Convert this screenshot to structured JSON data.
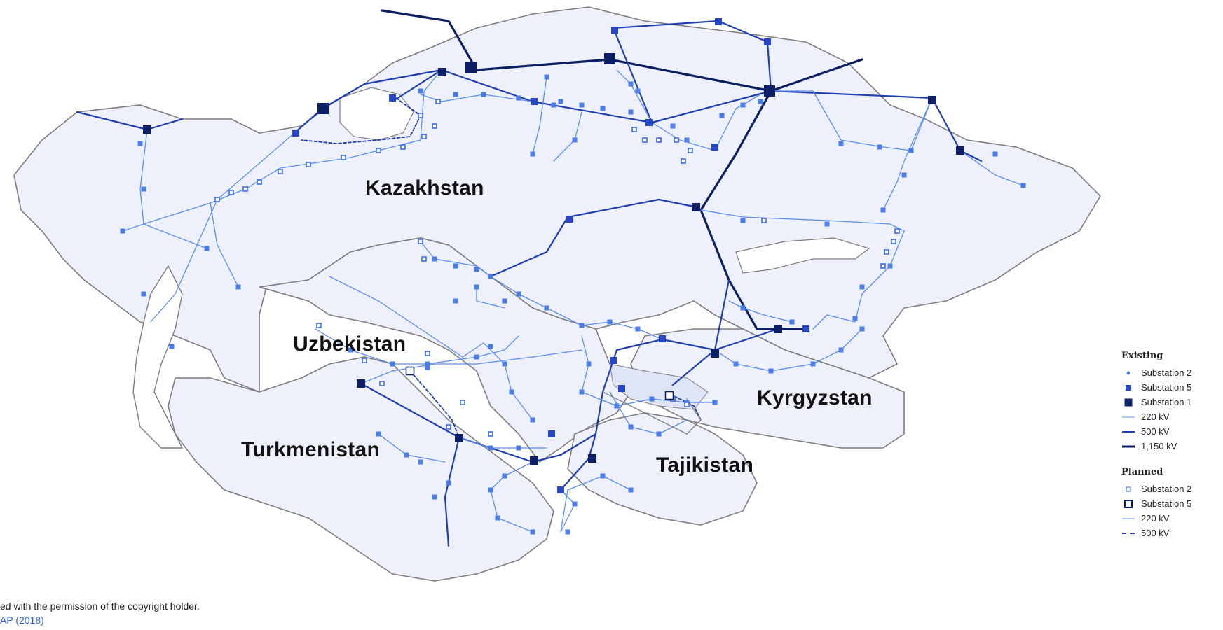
{
  "colors": {
    "land": "#eef1fb",
    "border": "#7d7d80",
    "line_220": "#5b8def",
    "line_500": "#1f3fb0",
    "line_1150": "#0d1f63",
    "sub_220": "#4a7de8",
    "sub_500": "#2746c4",
    "sub_1150": "#0e2065",
    "planned": "#3a6ee0",
    "highlight_grey": "#808080"
  },
  "countries": {
    "kazakhstan": "Kazakhstan",
    "uzbekistan": "Uzbekistan",
    "turkmenistan": "Turkmenistan",
    "tajikistan": "Tajikistan",
    "kyrgyzstan": "Kyrgyzstan"
  },
  "legend": {
    "existing_title": "Existing",
    "existing": [
      {
        "label": "Substation 2",
        "icon": "dot-small"
      },
      {
        "label": "Substation 5",
        "icon": "square-medium"
      },
      {
        "label": "Substation 1",
        "icon": "square-large"
      },
      {
        "label": "220 kV",
        "icon": "line-thin"
      },
      {
        "label": "500 kV",
        "icon": "line-medium"
      },
      {
        "label": "1,150 kV",
        "icon": "line-thick"
      }
    ],
    "planned_title": "Planned",
    "planned": [
      {
        "label": "Substation 2",
        "icon": "hollow-small"
      },
      {
        "label": "Substation 5",
        "icon": "hollow-medium"
      },
      {
        "label": "220 kV",
        "icon": "line-thin"
      },
      {
        "label": "500 kV",
        "icon": "line-dashed"
      }
    ]
  },
  "footnote": {
    "permission": "ed with the permission of the copyright holder.",
    "source": "AP (2018)"
  }
}
